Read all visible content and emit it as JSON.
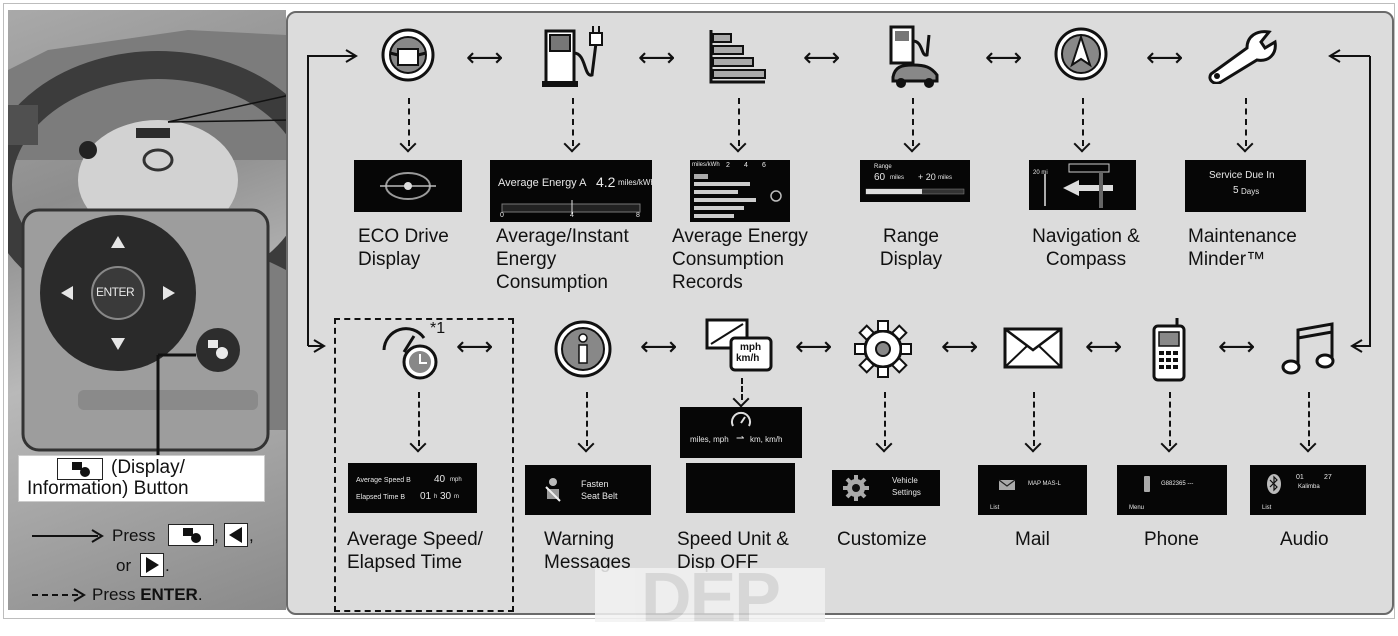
{
  "colors": {
    "panel_bg": "#dcdcdc",
    "panel_border": "#6a6a6a",
    "screen_bg": "#060606",
    "text": "#111111"
  },
  "top_row": [
    {
      "icon": "steering-wheel-icon",
      "label_lines": [
        "ECO Drive",
        "Display"
      ]
    },
    {
      "icon": "fuel-pump-plug-icon",
      "label_lines": [
        "Average/Instant",
        "Energy",
        "Consumption"
      ]
    },
    {
      "icon": "bar-chart-icon",
      "label_lines": [
        "Average Energy",
        "Consumption",
        "Records"
      ]
    },
    {
      "icon": "range-pump-car-icon",
      "label_lines": [
        "Range",
        "Display"
      ]
    },
    {
      "icon": "compass-icon",
      "label_lines": [
        "Navigation &",
        "Compass"
      ]
    },
    {
      "icon": "wrench-icon",
      "label_lines": [
        "Maintenance",
        "Minder™"
      ]
    }
  ],
  "bottom_row": [
    {
      "icon": "speed-time-icon",
      "label_lines": [
        "Average Speed/",
        "Elapsed Time"
      ],
      "footnote": "*1"
    },
    {
      "icon": "info-icon",
      "label_lines": [
        "Warning",
        "Messages"
      ]
    },
    {
      "icon": "speed-unit-icon",
      "label_lines": [
        "Speed Unit &",
        "Disp OFF"
      ]
    },
    {
      "icon": "gear-icon",
      "label_lines": [
        "Customize"
      ]
    },
    {
      "icon": "envelope-icon",
      "label_lines": [
        "Mail"
      ]
    },
    {
      "icon": "phone-icon",
      "label_lines": [
        "Phone"
      ]
    },
    {
      "icon": "music-note-icon",
      "label_lines": [
        "Audio"
      ]
    }
  ],
  "screens": {
    "avg_energy": {
      "label": "Average Energy A",
      "value": "4.2",
      "unit": "miles/kWh",
      "ticks": [
        "0",
        "4",
        "8"
      ]
    },
    "records": {
      "unit": "miles/kWh",
      "ticks": [
        "2",
        "4",
        "6"
      ]
    },
    "range": {
      "label": "Range",
      "value1": "60",
      "unit1": "miles",
      "value2": "+ 20",
      "unit2": "miles"
    },
    "nav": {
      "distance": "20 mi"
    },
    "maintenance": {
      "line1": "Service Due In",
      "value": "5",
      "unit": "Days"
    },
    "avg_speed": {
      "line1_label": "Average Speed B",
      "line1_value": "40",
      "line1_unit": "mph",
      "line2_label": "Elapsed Time B",
      "line2_h": "01",
      "line2_h_unit": "h",
      "line2_m": "30",
      "line2_m_unit": "m"
    },
    "warning": {
      "line1": "Fasten",
      "line2": "Seat Belt"
    },
    "speed_unit": {
      "text": "miles, mph",
      "arrow": "⇀",
      "text2": "km, km/h",
      "icon_label_top": "mph",
      "icon_label_bottom": "km/h"
    },
    "customize": {
      "line1": "Vehicle",
      "line2": "Settings"
    },
    "mail": {
      "text": "MAP MAS-L",
      "softkey": "List"
    },
    "phone": {
      "text": "G882365 ---",
      "softkey": "Menu"
    },
    "audio": {
      "track1": "01",
      "track2": "27",
      "artist": "Kalimba",
      "softkey": "List"
    }
  },
  "controller": {
    "center_label": "ENTER",
    "button_caption_1": "(Display/",
    "button_caption_2": "Information) Button"
  },
  "legend": {
    "press_label": "Press",
    "comma": ",",
    "or_label": "or",
    "period": ".",
    "dashed_label_prefix": "Press ",
    "dashed_label_bold": "ENTER",
    "dashed_label_suffix": "."
  },
  "watermark_text": "DEP"
}
